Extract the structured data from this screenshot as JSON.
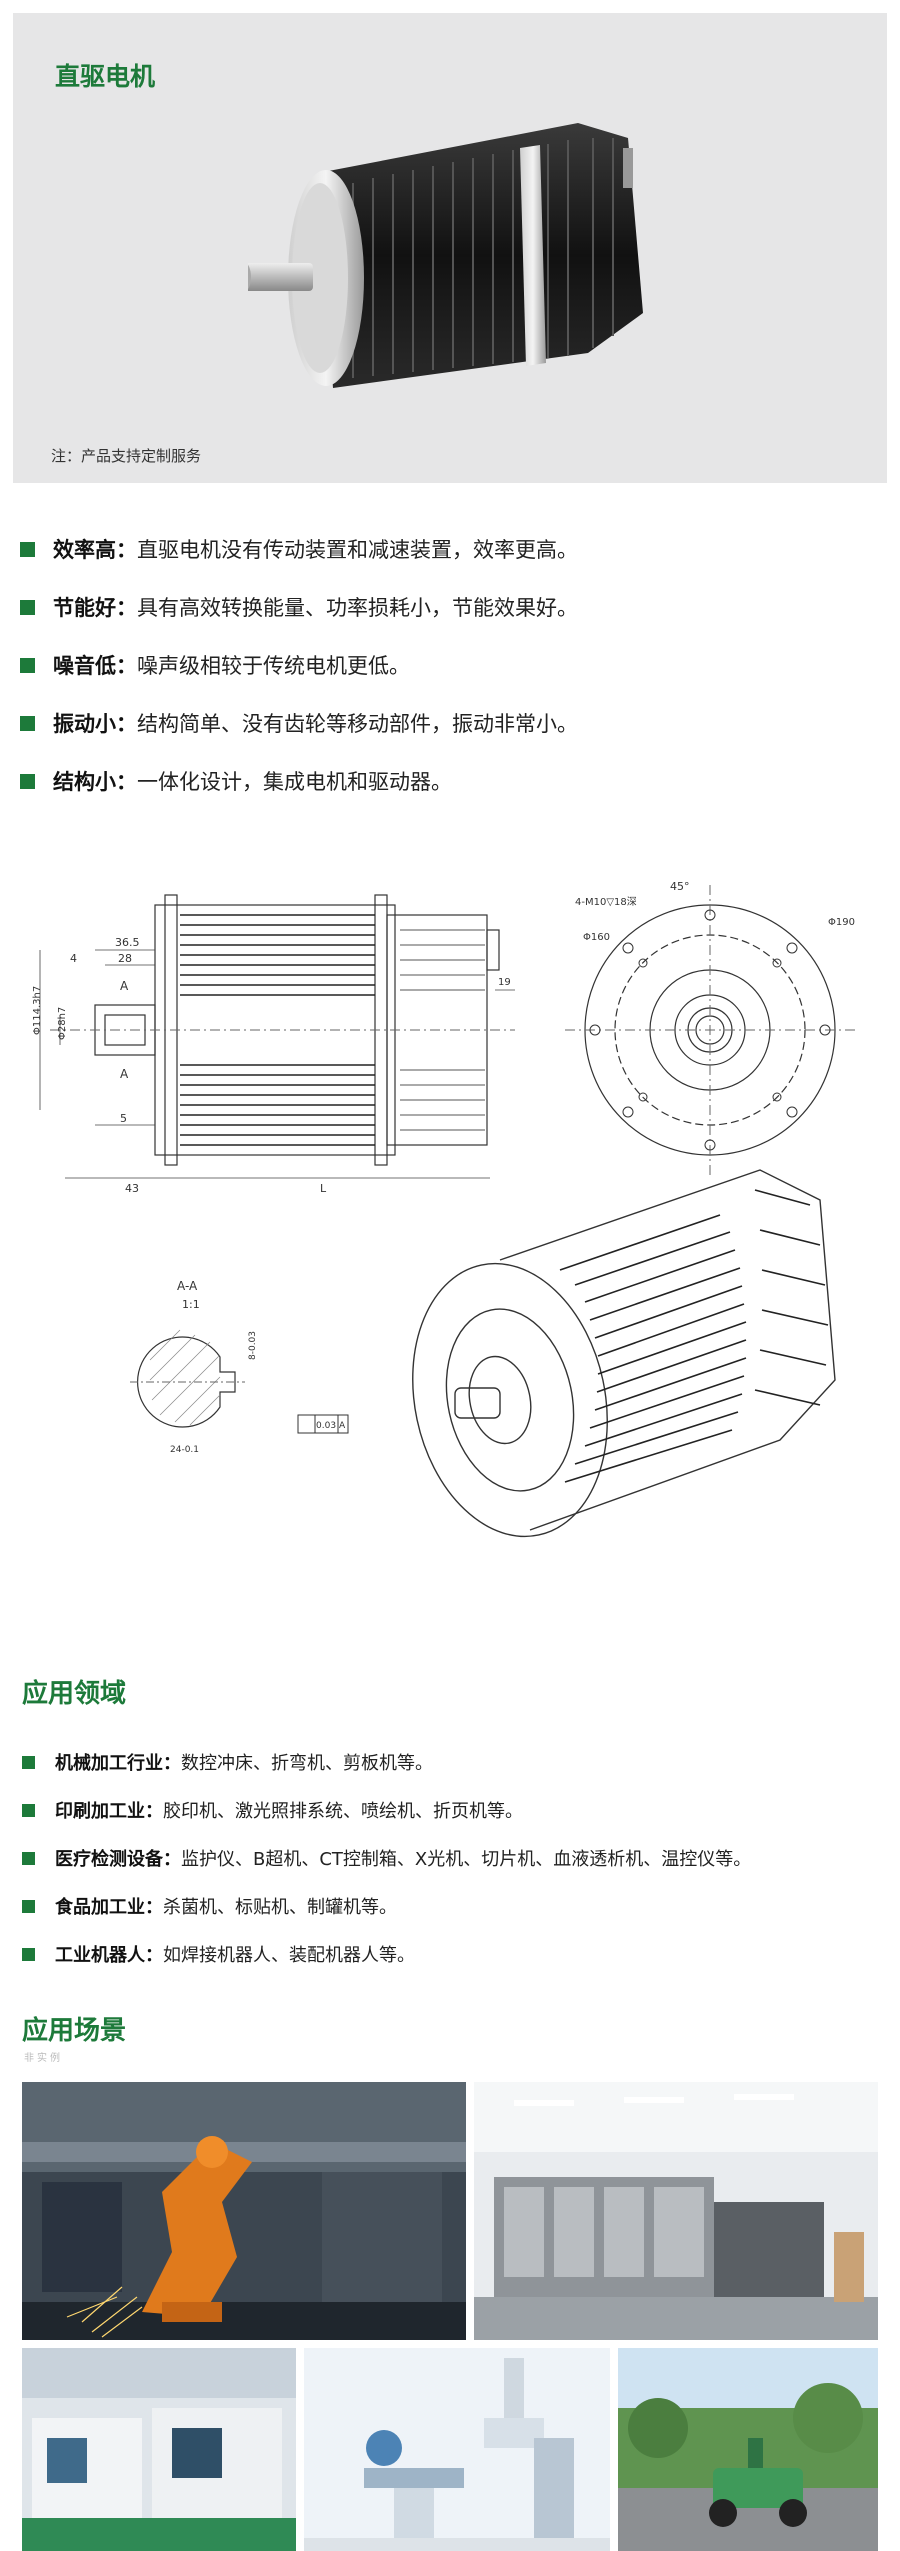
{
  "hero": {
    "title": "直驱电机",
    "note": "注：产品支持定制服务"
  },
  "features": [
    {
      "label": "效率高：",
      "text": "直驱电机没有传动装置和减速装置，效率更高。"
    },
    {
      "label": "节能好：",
      "text": "具有高效转换能量、功率损耗小，节能效果好。"
    },
    {
      "label": "噪音低：",
      "text": "噪声级相较于传统电机更低。"
    },
    {
      "label": "振动小：",
      "text": "结构简单、没有齿轮等移动部件，振动非常小。"
    },
    {
      "label": "结构小：",
      "text": "一体化设计，集成电机和驱动器。"
    }
  ],
  "drawing": {
    "dims": {
      "d45": "45°",
      "holes": "4-M10▽18深",
      "d160": "Φ160",
      "d190": "Φ190",
      "d114": "Φ114.3h7",
      "d28": "Φ28h7",
      "l36": "36.5",
      "l28": "28",
      "l4": "4",
      "l5": "5",
      "l43": "43",
      "lL": "L",
      "l19": "19",
      "secA_top": "A",
      "secA_bot": "A",
      "section_title": "A-A",
      "scale": "1:1",
      "s8": "8-0.03",
      "s24": "24-0.1",
      "tol": "0.03",
      "tolref": "A"
    }
  },
  "applications": {
    "title": "应用领域",
    "items": [
      {
        "label": "机械加工行业：",
        "text": "数控冲床、折弯机、剪板机等。"
      },
      {
        "label": "印刷加工业：",
        "text": "胶印机、激光照排系统、喷绘机、折页机等。"
      },
      {
        "label": "医疗检测设备：",
        "text": "监护仪、B超机、CT控制箱、X光机、切片机、血液透析机、温控仪等。"
      },
      {
        "label": "食品加工业：",
        "text": "杀菌机、标贴机、制罐机等。"
      },
      {
        "label": "工业机器人：",
        "text": "如焊接机器人、装配机器人等。"
      }
    ]
  },
  "scenes": {
    "title": "应用场景",
    "subtitle": "非实例"
  },
  "colors": {
    "accent": "#1d7a3a",
    "hero_bg": "#e6e6e7"
  }
}
